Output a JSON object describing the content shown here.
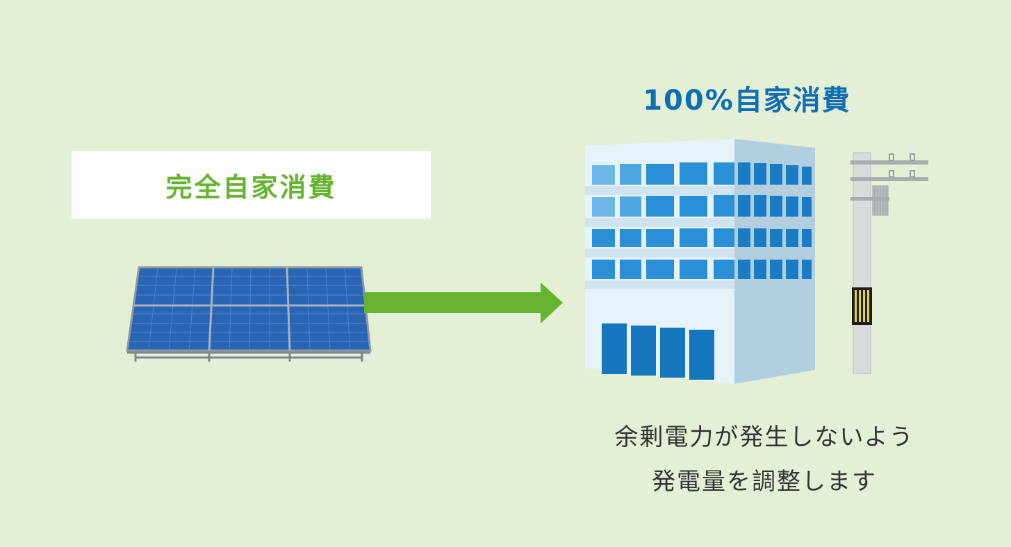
{
  "source_label": {
    "text": "完全自家消費"
  },
  "target_title": {
    "text": "100%自家消費"
  },
  "caption": {
    "line1": "余剰電力が発生しないよう",
    "line2": "発電量を調整します"
  },
  "colors": {
    "background": "#e4f0d6",
    "green": "#65b32e",
    "blue": "#0f6db3",
    "panel": "#2a64b4",
    "building_front": "#e6f3fb",
    "building_side": "#b2cfe2",
    "window": "#2a8fd6",
    "pole": "#d9dcdd"
  },
  "icons": [
    "solar-panel-icon",
    "arrow-right-icon",
    "office-building-icon",
    "utility-pole-icon"
  ]
}
